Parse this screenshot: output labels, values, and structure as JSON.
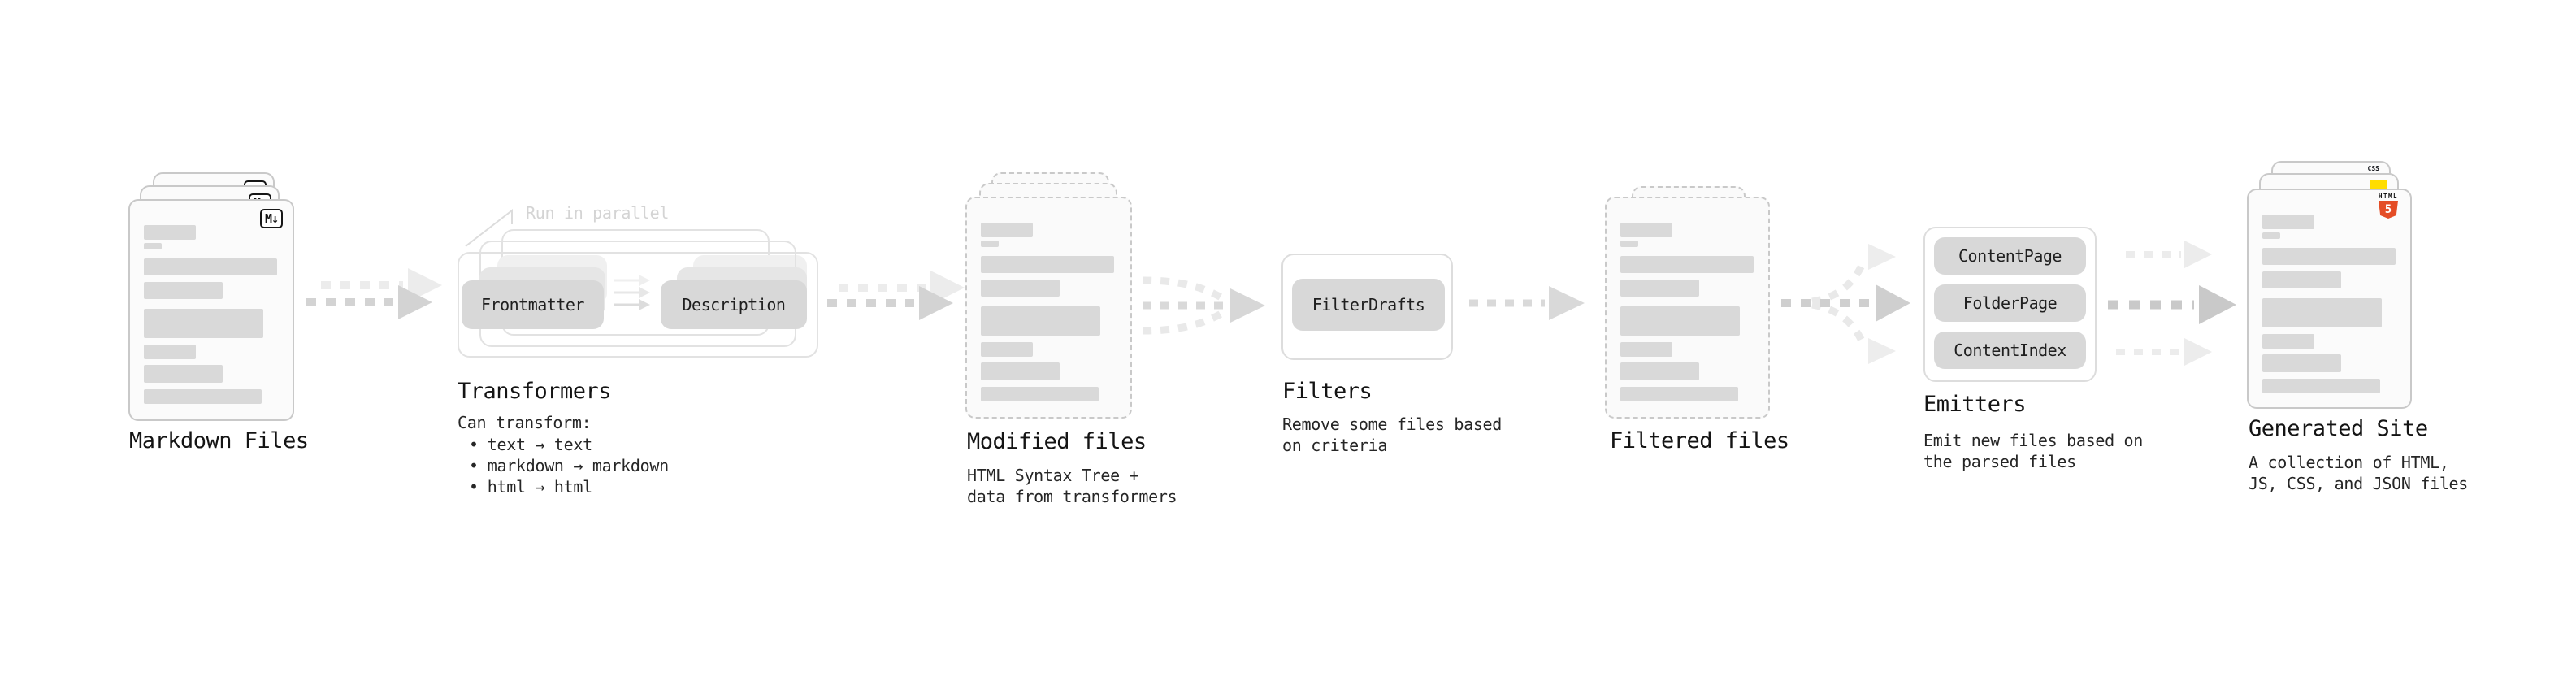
{
  "markdown_files": {
    "label": "Markdown Files",
    "badge": "M↓"
  },
  "transformers": {
    "title": "Transformers",
    "parallel_note": "Run in parallel",
    "box_left": "Frontmatter",
    "box_right": "Description",
    "desc_heading": "Can transform:",
    "bullet_char": "•",
    "bullets": [
      "text → text",
      "markdown → markdown",
      "html → html"
    ]
  },
  "modified_files": {
    "label": "Modified files",
    "desc_line1": "HTML Syntax Tree +",
    "desc_line2": "data from transformers"
  },
  "filters": {
    "title": "Filters",
    "box": "FilterDrafts",
    "desc_line1": "Remove some files based",
    "desc_line2": "on criteria"
  },
  "filtered_files": {
    "label": "Filtered files"
  },
  "emitters": {
    "title": "Emitters",
    "boxes": [
      "ContentPage",
      "FolderPage",
      "ContentIndex"
    ],
    "desc_line1": "Emit new files based on",
    "desc_line2": "the parsed files"
  },
  "generated_site": {
    "label": "Generated Site",
    "desc_line1": "A collection of HTML,",
    "desc_line2": "JS, CSS, and JSON files",
    "badge_css": "CSS",
    "badge_html_label": "HTML",
    "badge_html_number": "5"
  },
  "colors": {
    "html_orange": "#e44d26",
    "js_yellow": "#ffdd00",
    "css_blue": "#2563eb",
    "badge_black": "#161616",
    "box_gray": "#d8d8d8",
    "arrow_gray": "#d3d3d3",
    "arrow_light_gray": "#ececec"
  }
}
